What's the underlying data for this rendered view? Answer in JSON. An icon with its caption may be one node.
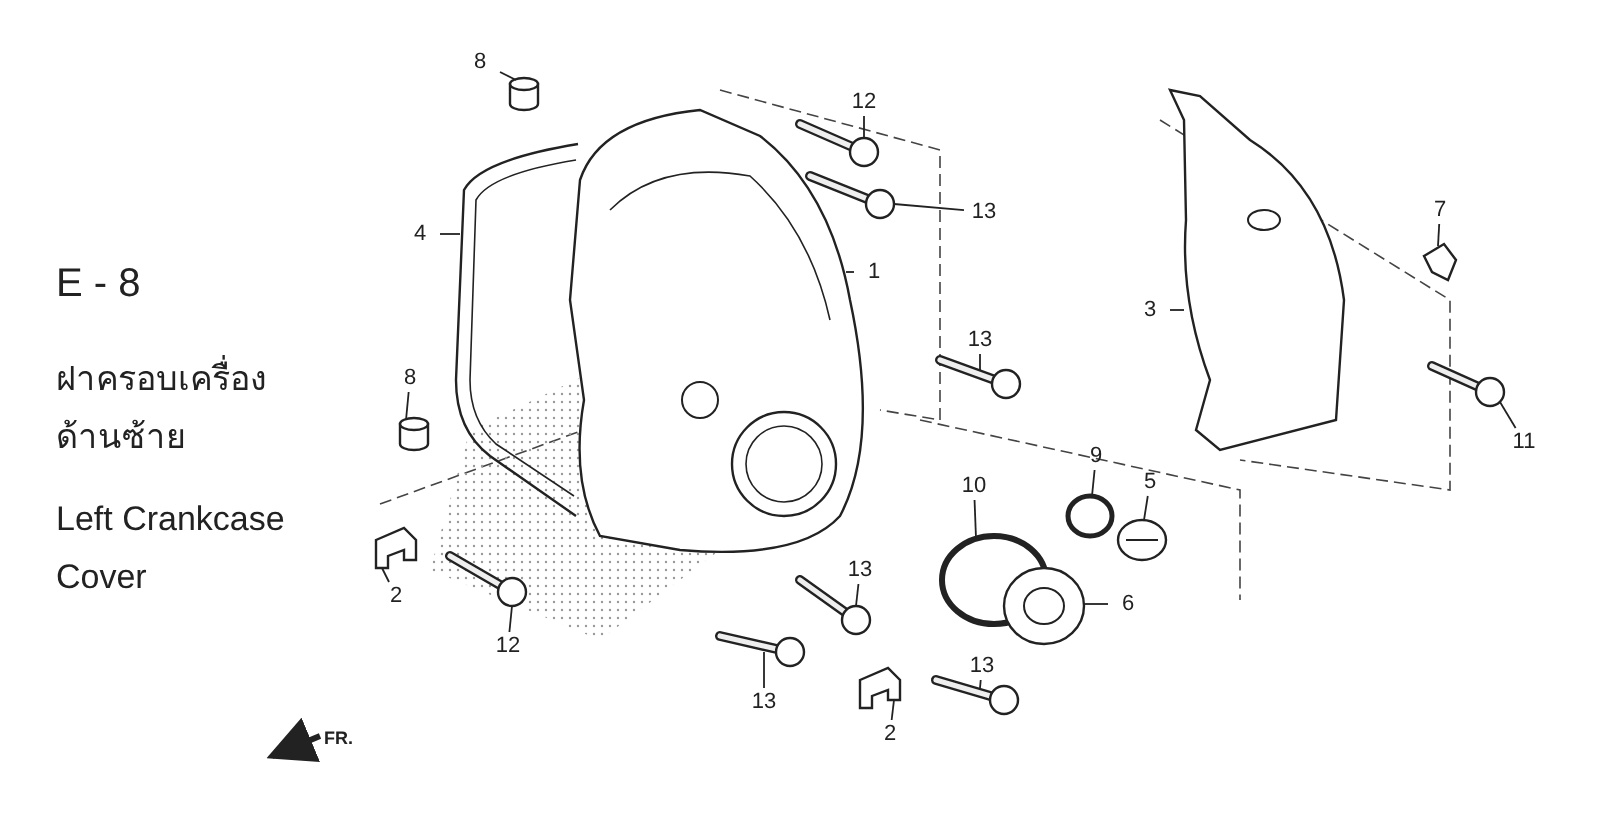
{
  "diagram": {
    "nodes": [
      {
        "text": [
          "8"
        ]
      },
      {
        "text": [
          "12"
        ]
      },
      {
        "text": [
          "7"
        ]
      },
      {
        "text": [
          "13"
        ]
      },
      {
        "text": [
          "4"
        ]
      },
      {
        "text": [
          "1"
        ]
      },
      {
        "text": [
          "3"
        ]
      },
      {
        "text": [
          "13"
        ]
      },
      {
        "text": [
          "8"
        ]
      },
      {
        "text": [
          "11"
        ]
      },
      {
        "text": [
          "9"
        ]
      },
      {
        "text": [
          "5"
        ]
      },
      {
        "text": [
          "10"
        ]
      },
      {
        "text": [
          "13"
        ]
      },
      {
        "text": [
          "2"
        ]
      },
      {
        "text": [
          "6"
        ]
      },
      {
        "text": [
          "12"
        ]
      },
      {
        "text": [
          "13"
        ]
      },
      {
        "text": [
          "13"
        ]
      },
      {
        "text": [
          "2"
        ]
      },
      {
        "text": [],
        "shape": "cylinder"
      },
      {
        "text": [],
        "shape": "picture"
      },
      {
        "text": [],
        "shape": "picture"
      },
      {
        "text": [],
        "shape": "picture"
      },
      {
        "text": [],
        "shape": "picture"
      },
      {
        "text": [],
        "shape": "picture"
      },
      {
        "text": [],
        "shape": "picture"
      },
      {
        "text": [],
        "shape": "picture"
      },
      {
        "text": [],
        "shape": "cylinder"
      },
      {
        "text": [],
        "shape": "picture"
      },
      {
        "text": [],
        "shape": "circle"
      },
      {
        "text": [],
        "shape": "picture"
      },
      {
        "text": [],
        "shape": "circle"
      },
      {
        "text": [],
        "shape": "picture"
      },
      {
        "text": [],
        "shape": "picture"
      },
      {
        "text": [],
        "shape": "picture"
      },
      {
        "text": [],
        "shape": "picture"
      },
      {
        "text": [],
        "shape": "picture"
      },
      {
        "text": [],
        "shape": "picture"
      },
      {
        "text": [],
        "shape": "picture"
      }
    ],
    "edges": [
      {
        "from": 0,
        "to": 20,
        "arrow": "none"
      },
      {
        "from": 1,
        "to": 21,
        "arrow": "none"
      },
      {
        "from": 2,
        "to": 22,
        "arrow": "none"
      },
      {
        "from": 3,
        "to": 23,
        "arrow": "none"
      },
      {
        "from": 4,
        "to": 24,
        "arrow": "none"
      },
      {
        "from": 5,
        "to": 25,
        "arrow": "none"
      },
      {
        "from": 6,
        "to": 26,
        "arrow": "none"
      },
      {
        "from": 7,
        "to": 27,
        "arrow": "none"
      },
      {
        "from": 8,
        "to": 28,
        "arrow": "none"
      },
      {
        "from": 9,
        "to": 29,
        "arrow": "none"
      },
      {
        "from": 10,
        "to": 30,
        "arrow": "none"
      },
      {
        "from": 11,
        "to": 31,
        "arrow": "none"
      },
      {
        "from": 12,
        "to": 32,
        "arrow": "none"
      },
      {
        "from": 13,
        "to": 33,
        "arrow": "none"
      },
      {
        "from": 14,
        "to": 34,
        "arrow": "none"
      },
      {
        "from": 15,
        "to": 35,
        "arrow": "none"
      },
      {
        "from": 16,
        "to": 36,
        "arrow": "none"
      },
      {
        "from": 17,
        "to": 37,
        "arrow": "none"
      },
      {
        "from": 18,
        "to": 38,
        "arrow": "none"
      },
      {
        "from": 19,
        "to": 39,
        "arrow": "none"
      }
    ],
    "labels": [
      "E - 8",
      "ฝาครอบเครื่องด้านซ้าย",
      "Left Crankcase Cover",
      "FR."
    ]
  }
}
